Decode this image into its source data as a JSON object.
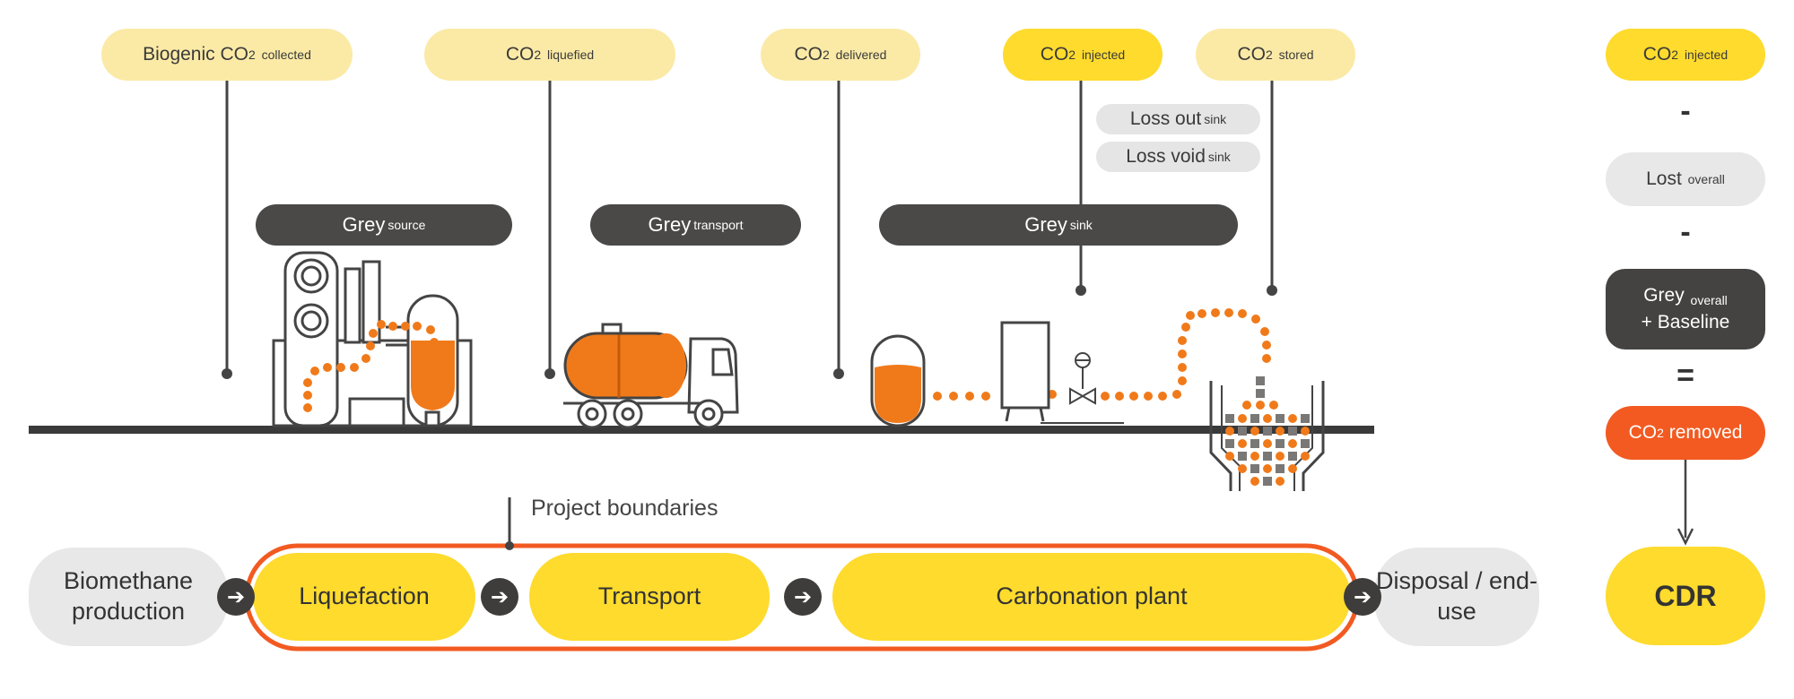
{
  "top_labels": [
    {
      "prefix": "Biogenic CO",
      "sub2": "2",
      "suffix": "collected"
    },
    {
      "prefix": "CO",
      "sub2": "2",
      "suffix": "liquefied"
    },
    {
      "prefix": "CO",
      "sub2": "2",
      "suffix": "delivered"
    },
    {
      "prefix": "CO",
      "sub2": "2",
      "suffix": "injected"
    },
    {
      "prefix": "CO",
      "sub2": "2",
      "suffix": "stored"
    }
  ],
  "losses": [
    {
      "main": "Loss out",
      "sub": "sink"
    },
    {
      "main": "Loss void",
      "sub": "sink"
    }
  ],
  "grey_tags": [
    {
      "main": "Grey",
      "sub": "source"
    },
    {
      "main": "Grey",
      "sub": "transport"
    },
    {
      "main": "Grey",
      "sub": "sink"
    }
  ],
  "equation": {
    "injected": {
      "prefix": "CO",
      "sub2": "2",
      "suffix": "injected"
    },
    "minus1": "-",
    "lost": {
      "main": "Lost",
      "sub": "overall"
    },
    "minus2": "-",
    "grey": {
      "main": "Grey",
      "sub": "overall",
      "line2": "+ Baseline"
    },
    "equals": "=",
    "removed": {
      "prefix": "CO",
      "sub2": "2",
      "suffix": "removed"
    },
    "result": "CDR"
  },
  "boundary_label": "Project boundaries",
  "stages": [
    {
      "label": "Biomethane production"
    },
    {
      "label": "Liquefaction"
    },
    {
      "label": "Transport"
    },
    {
      "label": "Carbonation plant"
    },
    {
      "label": "Disposal / end-use"
    }
  ],
  "arrow_glyph": "➔",
  "colors": {
    "light_yellow": "#fbeaa6",
    "yellow": "#fedb2d",
    "orange": "#f25a21",
    "dark": "#444341",
    "light_grey": "#e8e8e8"
  }
}
